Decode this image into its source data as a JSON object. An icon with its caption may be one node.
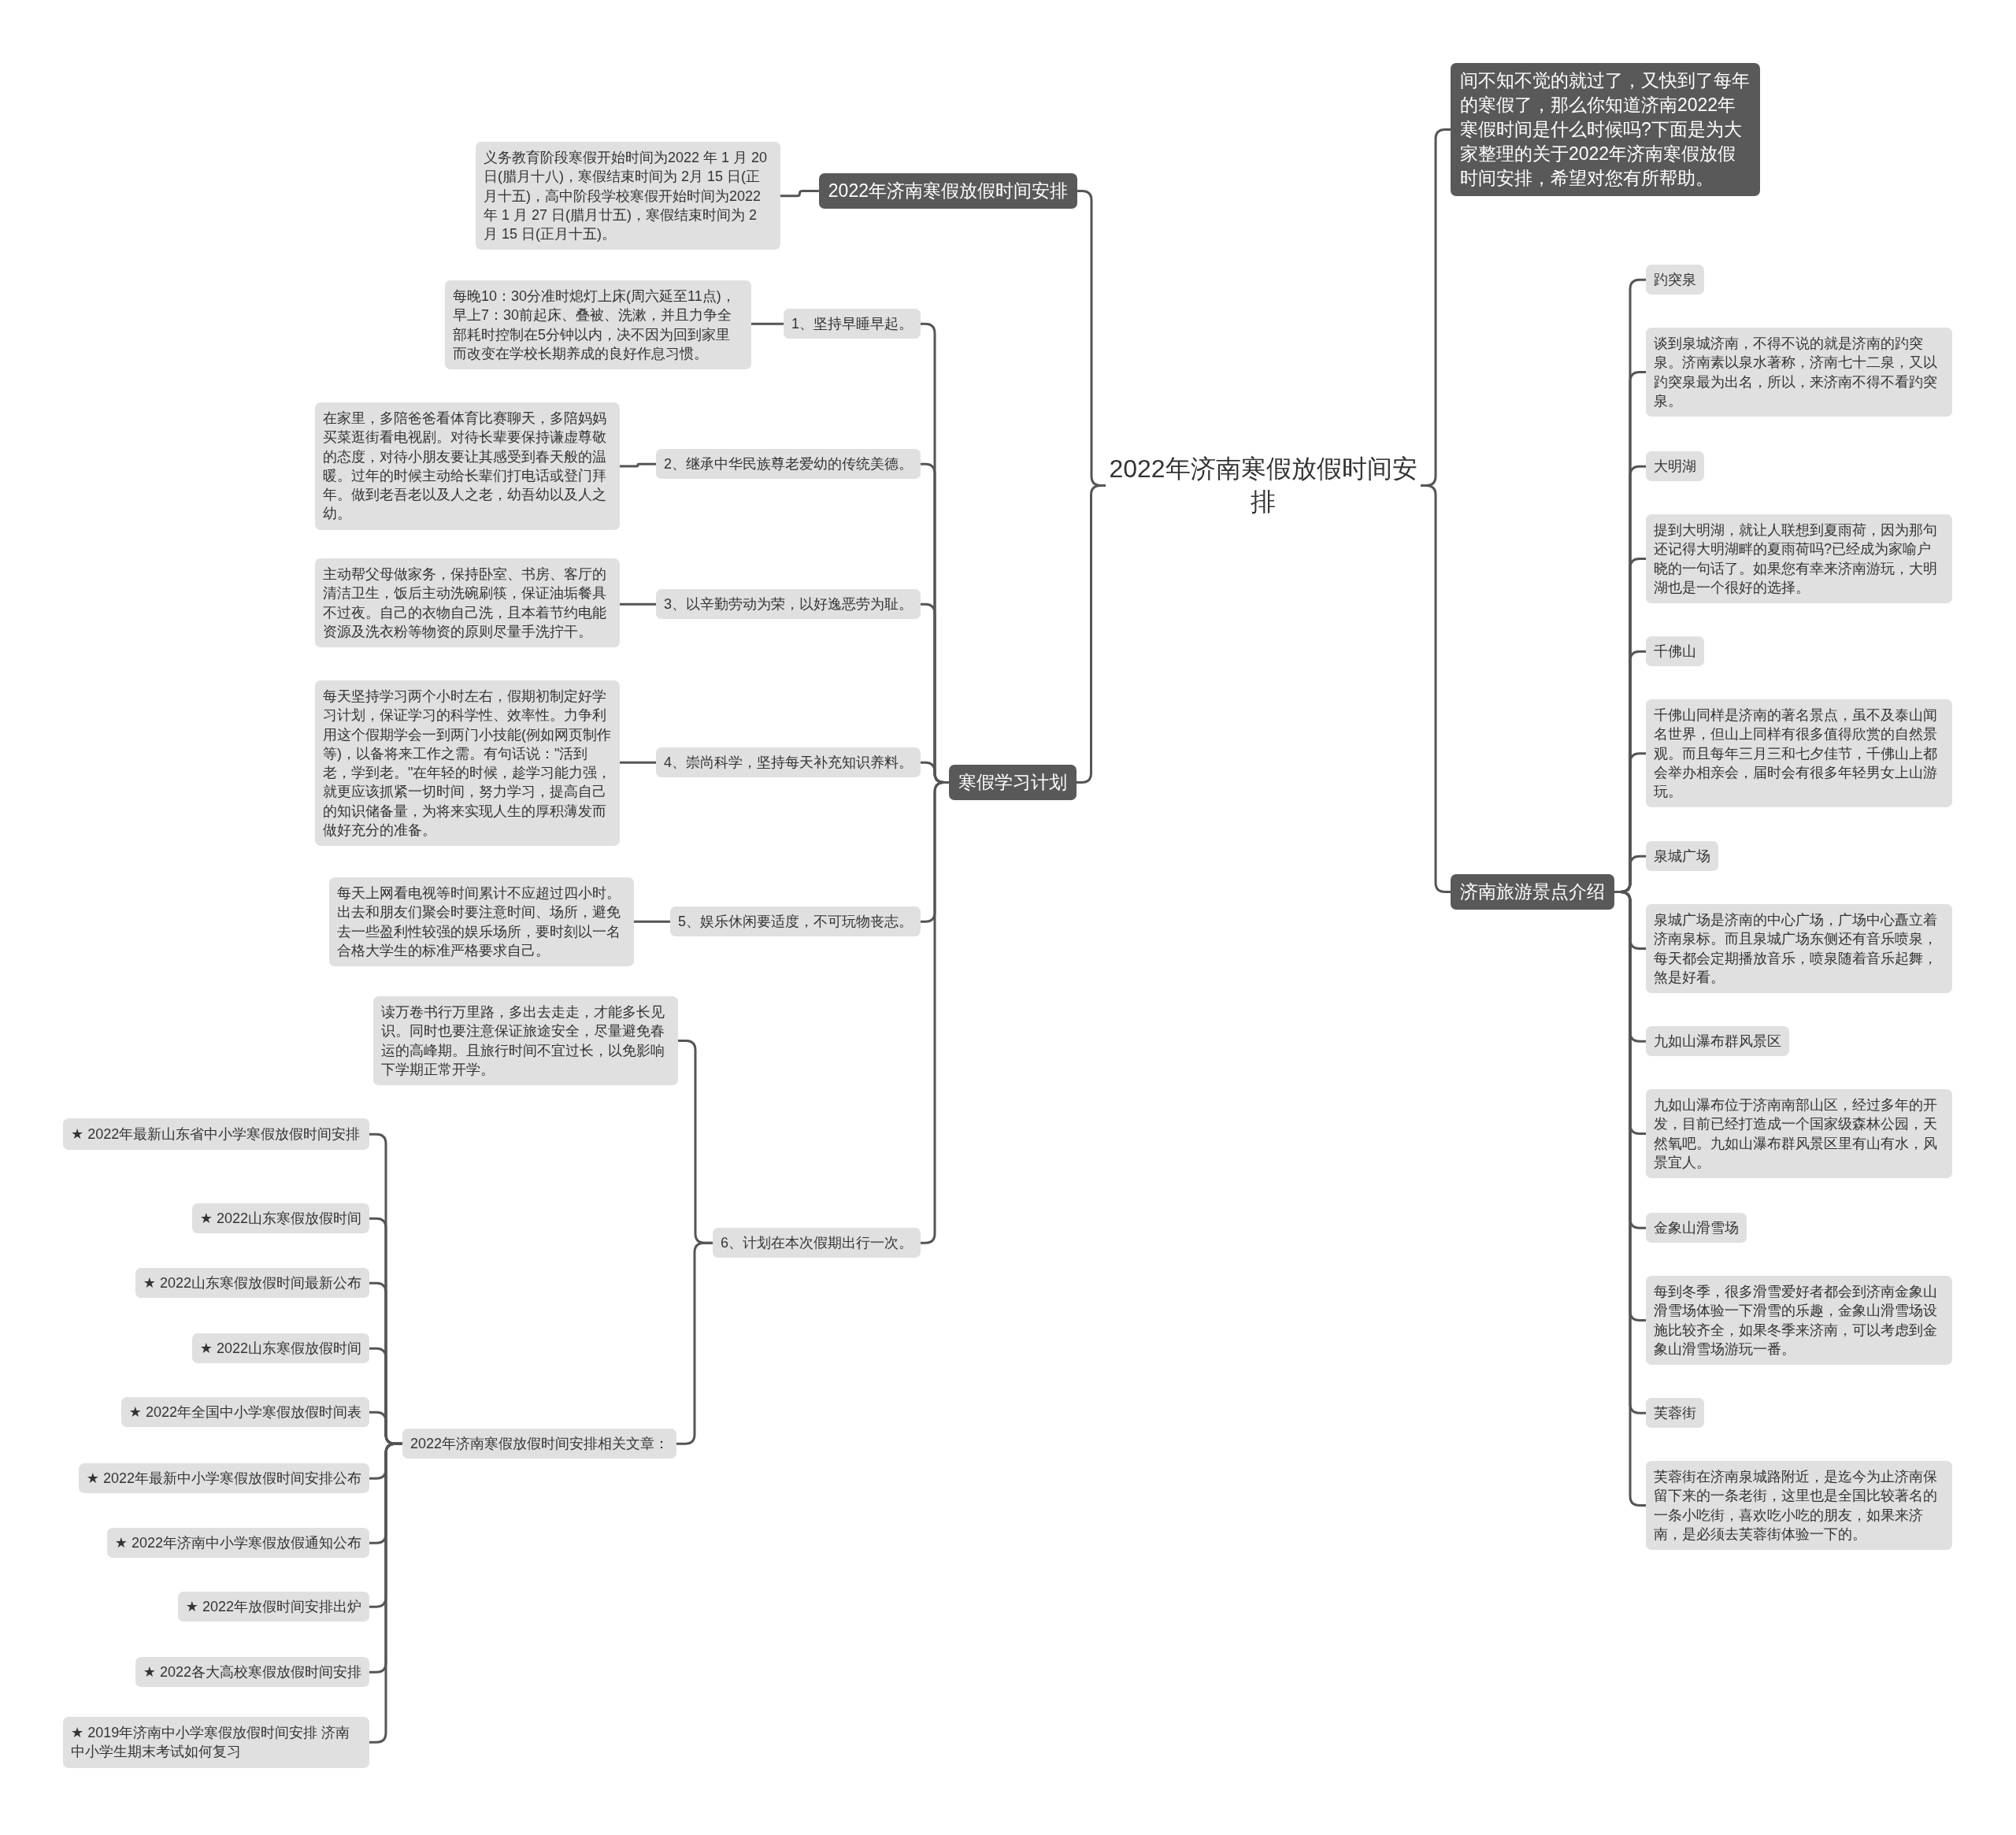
{
  "diagram": {
    "nodes": [
      {
        "text": [
          "2022年济南寒假放假时间安排"
        ]
      },
      {
        "text": [
          "2022年济南寒假放假时间安排"
        ]
      },
      {
        "text": [
          "义务教育阶段寒假开始时间为2022 年 1 月 20 日(腊月十八)，寒假结束时间为 2月 15 日(正月十五)，高中阶段学校寒假开始时间为2022 年 1 月 27 日(腊月廿五)，寒假结束时间为 2 月 15 日(正月十五)。"
        ]
      },
      {
        "text": [
          "寒假学习计划"
        ]
      },
      {
        "text": [
          "1、坚持早睡早起。"
        ]
      },
      {
        "text": [
          "每晚10：30分准时熄灯上床(周六延至11点)，早上7：30前起床、叠被、洗漱，并且力争全部耗时控制在5分钟以内，决不因为回到家里而改变在学校长期养成的良好作息习惯。"
        ]
      },
      {
        "text": [
          "2、继承中华民族尊老爱幼的传统美德。"
        ]
      },
      {
        "text": [
          "在家里，多陪爸爸看体育比赛聊天，多陪妈妈买菜逛街看电视剧。对待长辈要保持谦虚尊敬的态度，对待小朋友要让其感受到春天般的温暖。过年的时候主动给长辈们打电话或登门拜年。做到老吾老以及人之老，幼吾幼以及人之幼。"
        ]
      },
      {
        "text": [
          "3、以辛勤劳动为荣，以好逸恶劳为耻。"
        ]
      },
      {
        "text": [
          "主动帮父母做家务，保持卧室、书房、客厅的清洁卫生，饭后主动洗碗刷筷，保证油垢餐具不过夜。自己的衣物自己洗，且本着节约电能资源及洗衣粉等物资的原则尽量手洗拧干。"
        ]
      },
      {
        "text": [
          "4、崇尚科学，坚持每天补充知识养料。"
        ]
      },
      {
        "text": [
          "每天坚持学习两个小时左右，假期初制定好学习计划，保证学习的科学性、效率性。力争利用这个假期学会一到两门小技能(例如网页制作等)，以备将来工作之需。有句话说：\"活到老，学到老。\"在年轻的时候，趁学习能力强，就更应该抓紧一切时间，努力学习，提高自己的知识储备量，为将来实现人生的厚积薄发而做好充分的准备。"
        ]
      },
      {
        "text": [
          "5、娱乐休闲要适度，不可玩物丧志。"
        ]
      },
      {
        "text": [
          "每天上网看电视等时间累计不应超过四小时。出去和朋友们聚会时要注意时间、场所，避免去一些盈利性较强的娱乐场所，要时刻以一名合格大学生的标准严格要求自己。"
        ]
      },
      {
        "text": [
          "6、计划在本次假期出行一次。"
        ]
      },
      {
        "text": [
          "读万卷书行万里路，多出去走走，才能多长见识。同时也要注意保证旅途安全，尽量避免春运的高峰期。且旅行时间不宜过长，以免影响下学期正常开学。"
        ]
      },
      {
        "text": [
          "2022年济南寒假放假时间安排相关文章："
        ]
      },
      {
        "text": [
          "★ 2022年最新山东省中小学寒假放假时间安排"
        ]
      },
      {
        "text": [
          "★ 2022山东寒假放假时间"
        ]
      },
      {
        "text": [
          "★ 2022山东寒假放假时间最新公布"
        ]
      },
      {
        "text": [
          "★ 2022山东寒假放假时间"
        ]
      },
      {
        "text": [
          "★ 2022年全国中小学寒假放假时间表"
        ]
      },
      {
        "text": [
          "★ 2022年最新中小学寒假放假时间安排公布"
        ]
      },
      {
        "text": [
          "★ 2022年济南中小学寒假放假通知公布"
        ]
      },
      {
        "text": [
          "★ 2022年放假时间安排出炉"
        ]
      },
      {
        "text": [
          "★ 2022各大高校寒假放假时间安排"
        ]
      },
      {
        "text": [
          "★ 2019年济南中小学寒假放假时间安排 济南中小学生期末考试如何复习"
        ]
      },
      {
        "text": [
          "间不知不觉的就过了，又快到了每年的寒假了，那么你知道济南2022年寒假时间是什么时候吗?下面是为大家整理的关于2022年济南寒假放假时间安排，希望对您有所帮助。"
        ]
      },
      {
        "text": [
          "济南旅游景点介绍"
        ]
      },
      {
        "text": [
          "趵突泉"
        ]
      },
      {
        "text": [
          "谈到泉城济南，不得不说的就是济南的趵突泉。济南素以泉水著称，济南七十二泉，又以趵突泉最为出名，所以，来济南不得不看趵突泉。"
        ]
      },
      {
        "text": [
          "大明湖"
        ]
      },
      {
        "text": [
          "提到大明湖，就让人联想到夏雨荷，因为那句还记得大明湖畔的夏雨荷吗?已经成为家喻户晓的一句话了。如果您有幸来济南游玩，大明湖也是一个很好的选择。"
        ]
      },
      {
        "text": [
          "千佛山"
        ]
      },
      {
        "text": [
          "千佛山同样是济南的著名景点，虽不及泰山闻名世界，但山上同样有很多值得欣赏的自然景观。而且每年三月三和七夕佳节，千佛山上都会举办相亲会，届时会有很多年轻男女上山游玩。"
        ]
      },
      {
        "text": [
          "泉城广场"
        ]
      },
      {
        "text": [
          "泉城广场是济南的中心广场，广场中心矗立着济南泉标。而且泉城广场东侧还有音乐喷泉，每天都会定期播放音乐，喷泉随着音乐起舞，煞是好看。"
        ]
      },
      {
        "text": [
          "九如山瀑布群风景区"
        ]
      },
      {
        "text": [
          "九如山瀑布位于济南南部山区，经过多年的开发，目前已经打造成一个国家级森林公园，天然氧吧。九如山瀑布群风景区里有山有水，风景宜人。"
        ]
      },
      {
        "text": [
          "金象山滑雪场"
        ]
      },
      {
        "text": [
          "每到冬季，很多滑雪爱好者都会到济南金象山滑雪场体验一下滑雪的乐趣，金象山滑雪场设施比较齐全，如果冬季来济南，可以考虑到金象山滑雪场游玩一番。"
        ]
      },
      {
        "text": [
          "芙蓉街"
        ]
      },
      {
        "text": [
          "芙蓉街在济南泉城路附近，是迄今为止济南保留下来的一条老街，这里也是全国比较著名的一条小吃街，喜欢吃小吃的朋友，如果来济南，是必须去芙蓉街体验一下的。"
        ]
      }
    ],
    "edges": [
      {
        "from": 0,
        "to": 1,
        "arrow": "none"
      },
      {
        "from": 1,
        "to": 2,
        "arrow": "none"
      },
      {
        "from": 0,
        "to": 3,
        "arrow": "none"
      },
      {
        "from": 3,
        "to": 4,
        "arrow": "none"
      },
      {
        "from": 4,
        "to": 5,
        "arrow": "none"
      },
      {
        "from": 3,
        "to": 6,
        "arrow": "none"
      },
      {
        "from": 6,
        "to": 7,
        "arrow": "none"
      },
      {
        "from": 3,
        "to": 8,
        "arrow": "none"
      },
      {
        "from": 8,
        "to": 9,
        "arrow": "none"
      },
      {
        "from": 3,
        "to": 10,
        "arrow": "none"
      },
      {
        "from": 10,
        "to": 11,
        "arrow": "none"
      },
      {
        "from": 3,
        "to": 12,
        "arrow": "none"
      },
      {
        "from": 12,
        "to": 13,
        "arrow": "none"
      },
      {
        "from": 3,
        "to": 14,
        "arrow": "none"
      },
      {
        "from": 14,
        "to": 15,
        "arrow": "none"
      },
      {
        "from": 14,
        "to": 16,
        "arrow": "none"
      },
      {
        "from": 16,
        "to": 17,
        "arrow": "none"
      },
      {
        "from": 16,
        "to": 18,
        "arrow": "none"
      },
      {
        "from": 16,
        "to": 19,
        "arrow": "none"
      },
      {
        "from": 16,
        "to": 20,
        "arrow": "none"
      },
      {
        "from": 16,
        "to": 21,
        "arrow": "none"
      },
      {
        "from": 16,
        "to": 22,
        "arrow": "none"
      },
      {
        "from": 16,
        "to": 23,
        "arrow": "none"
      },
      {
        "from": 16,
        "to": 24,
        "arrow": "none"
      },
      {
        "from": 16,
        "to": 25,
        "arrow": "none"
      },
      {
        "from": 16,
        "to": 26,
        "arrow": "none"
      },
      {
        "from": 0,
        "to": 27,
        "arrow": "none"
      },
      {
        "from": 0,
        "to": 28,
        "arrow": "none"
      },
      {
        "from": 28,
        "to": 29,
        "arrow": "none"
      },
      {
        "from": 28,
        "to": 30,
        "arrow": "none"
      },
      {
        "from": 28,
        "to": 31,
        "arrow": "none"
      },
      {
        "from": 28,
        "to": 32,
        "arrow": "none"
      },
      {
        "from": 28,
        "to": 33,
        "arrow": "none"
      },
      {
        "from": 28,
        "to": 34,
        "arrow": "none"
      },
      {
        "from": 28,
        "to": 35,
        "arrow": "none"
      },
      {
        "from": 28,
        "to": 36,
        "arrow": "none"
      },
      {
        "from": 28,
        "to": 37,
        "arrow": "none"
      },
      {
        "from": 28,
        "to": 38,
        "arrow": "none"
      },
      {
        "from": 28,
        "to": 39,
        "arrow": "none"
      },
      {
        "from": 28,
        "to": 40,
        "arrow": "none"
      },
      {
        "from": 28,
        "to": 41,
        "arrow": "none"
      },
      {
        "from": 28,
        "to": 42,
        "arrow": "none"
      }
    ]
  }
}
